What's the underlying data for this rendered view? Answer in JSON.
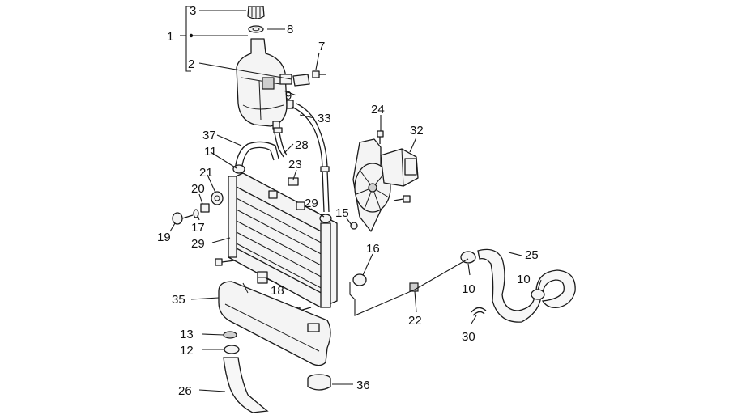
{
  "labels": [
    {
      "id": "label-1",
      "text": "1"
    },
    {
      "id": "label-2",
      "text": "2"
    },
    {
      "id": "label-3",
      "text": "3"
    },
    {
      "id": "label-7",
      "text": "7"
    },
    {
      "id": "label-8",
      "text": "8"
    },
    {
      "id": "label-9",
      "text": "9"
    },
    {
      "id": "label-10a",
      "text": "10"
    },
    {
      "id": "label-10b",
      "text": "10"
    },
    {
      "id": "label-11",
      "text": "11"
    },
    {
      "id": "label-12",
      "text": "12"
    },
    {
      "id": "label-13",
      "text": "13"
    },
    {
      "id": "label-15",
      "text": "15"
    },
    {
      "id": "label-16",
      "text": "16"
    },
    {
      "id": "label-17",
      "text": "17"
    },
    {
      "id": "label-18",
      "text": "18"
    },
    {
      "id": "label-19",
      "text": "19"
    },
    {
      "id": "label-20",
      "text": "20"
    },
    {
      "id": "label-21",
      "text": "21"
    },
    {
      "id": "label-22",
      "text": "22"
    },
    {
      "id": "label-23",
      "text": "23"
    },
    {
      "id": "label-24",
      "text": "24"
    },
    {
      "id": "label-25",
      "text": "25"
    },
    {
      "id": "label-26",
      "text": "26"
    },
    {
      "id": "label-28",
      "text": "28"
    },
    {
      "id": "label-29a",
      "text": "29"
    },
    {
      "id": "label-29b",
      "text": "29"
    },
    {
      "id": "label-30",
      "text": "30"
    },
    {
      "id": "label-32",
      "text": "32"
    },
    {
      "id": "label-33",
      "text": "33"
    },
    {
      "id": "label-35",
      "text": "35"
    },
    {
      "id": "label-36",
      "text": "36"
    },
    {
      "id": "label-37",
      "text": "37"
    }
  ]
}
